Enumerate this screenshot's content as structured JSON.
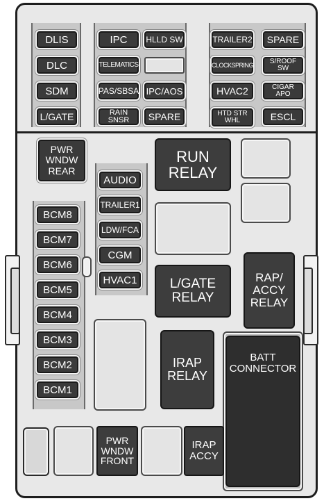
{
  "colors": {
    "housing": "#e8e8e8",
    "component": "#3a3a3a",
    "outline": "#1e1e1e",
    "label": "#ffffff"
  },
  "top_fuses": {
    "col1": [
      "DLIS",
      "DLC",
      "SDM",
      "L/GATE"
    ],
    "col2": [
      "IPC",
      "TELEMATICS",
      "PAS/SBSA",
      "RAIN SNSR"
    ],
    "col3": [
      "HLLD SW",
      "",
      "IPC/AOS",
      "SPARE"
    ],
    "col4": [
      "TRAILER2",
      "CLOCKSPRING",
      "HVAC2",
      "HTD STR WHL"
    ],
    "col5": [
      "SPARE",
      "S/ROOF SW",
      "CIGAR APO",
      "ESCL"
    ]
  },
  "pwr_wndw_rear": "PWR WNDW REAR",
  "bcm_fuses": [
    "BCM8",
    "BCM7",
    "BCM6",
    "BCM5",
    "BCM4",
    "BCM3",
    "BCM2",
    "BCM1"
  ],
  "center_fuses": [
    "AUDIO",
    "TRAILER1",
    "LDW/FCA",
    "CGM",
    "HVAC1"
  ],
  "relays": {
    "run": "RUN\nRELAY",
    "lgate": "L/GATE\nRELAY",
    "rap_accy": "RAP/\nACCY\nRELAY",
    "irap": "IRAP\nRELAY",
    "batt": "BATT\nCONNECTOR"
  },
  "bottom": {
    "pwr_wndw_front": "PWR\nWNDW\nFRONT",
    "irap_accy": "IRAP\nACCY"
  }
}
